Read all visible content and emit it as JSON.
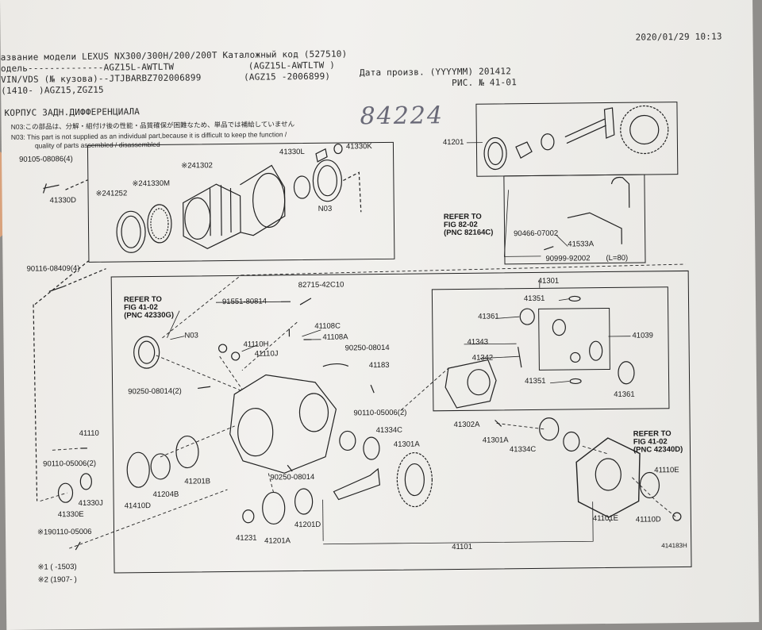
{
  "header": {
    "datetime": "2020/01/29 10:13",
    "line1": "азвание модели  LEXUS NX300/300H/200/200T Каталожный код (527510)",
    "line2": "одель--------------AGZ15L-AWTLTW",
    "line2b": "(AGZ15L-AWTLTW         )",
    "line3": "VIN/VDS (№ кузова)--JTJBARBZ702006899",
    "line3b": "(AGZ15  -2006899)",
    "line3c": "Дата произв. (YYYYMM)  201412",
    "line4": "(1410-     )AGZ15,ZGZ15",
    "line4b": "РИС. №  41-01",
    "section": "КОРПУС ЗАДН.ДИФФЕРЕНЦИАЛА",
    "note1": "N03:この部品は、分解・組付け後の性能・品質確保が困難なため、単品では補給していません",
    "note2": "N03: This part is not supplied as an individual part,because it is difficult to keep the function /",
    "note3": "quality of parts assembled / disassembled",
    "handwritten": "84224"
  },
  "footnotes": {
    "f1": "※1 (     -1503)",
    "f2": "※2 (1907-     )"
  },
  "fig_id": "414183H",
  "labels": {
    "p90105": "90105-08086(4)",
    "p41330D": "41330D",
    "p241252": "※241252",
    "p241330M": "※241330M",
    "p241302": "※241302",
    "p41330L": "41330L",
    "p41330K": "41330K",
    "n03a": "N03",
    "p90116": "90116-08409(4)",
    "p41201": "41201",
    "refer1a": "REFER TO",
    "refer1b": "FIG 82-02",
    "refer1c": "(PNC 82164C)",
    "p90466": "90466-07002",
    "p41533A": "41533A",
    "p90999": "90999-92002",
    "l80": "(L=80)",
    "refer2a": "REFER TO",
    "refer2b": "FIG 41-02",
    "refer2c": "(PNC 42330G)",
    "p82715": "82715-42C10",
    "p91551": "91551-80814",
    "n03b": "N03",
    "p41108C": "41108C",
    "p41108A": "41108A",
    "p41110H": "41110H",
    "p41110J": "41110J",
    "p90250a": "90250-08014",
    "p41183": "41183",
    "p90250b": "90250-08014(2)",
    "p90110a": "90110-05006(2)",
    "p41110": "41110",
    "p90110b": "90110-05006(2)",
    "p41330E": "41330E",
    "p41330J": "41330J",
    "p41410D": "41410D",
    "p41204B": "41204B",
    "p41201B": "41201B",
    "p190110": "※190110-05006",
    "p90250c": "90250-08014",
    "p41334C": "41334C",
    "p41301A": "41301A",
    "p41231": "41231",
    "p41201A": "41201A",
    "p41201D": "41201D",
    "p41101": "41101",
    "p41301": "41301",
    "p41351a": "41351",
    "p41361a": "41361",
    "p41343": "41343",
    "p41342": "41342",
    "p41039": "41039",
    "p41351b": "41351",
    "p41361b": "41361",
    "p41302A": "41302A",
    "p41301A2": "41301A",
    "p41334C2": "41334C",
    "refer3a": "REFER TO",
    "refer3b": "FIG 41-02",
    "refer3c": "(PNC 42340D)",
    "p41110E": "41110E",
    "p41101E": "41101E",
    "p41110D": "41110D"
  }
}
